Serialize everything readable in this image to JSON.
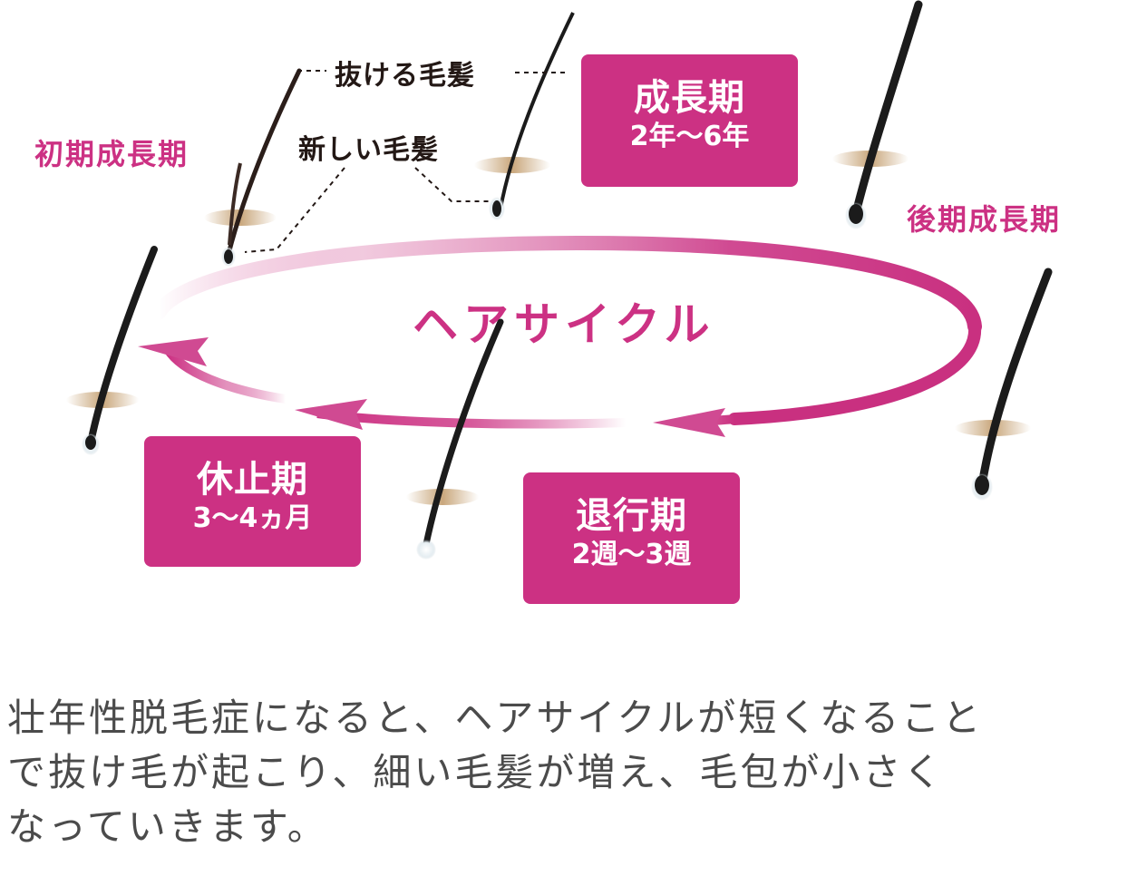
{
  "diagram": {
    "center_label": "ヘアサイクル",
    "phases": {
      "growth": {
        "name": "成長期",
        "duration": "2年〜6年"
      },
      "catagen": {
        "name": "退行期",
        "duration": "2週〜3週"
      },
      "telogen": {
        "name": "休止期",
        "duration": "3〜4ヵ月"
      }
    },
    "labels": {
      "early_growth": "初期成長期",
      "late_growth": "後期成長期",
      "shedding_hair": "抜ける毛髪",
      "new_hair": "新しい毛髪"
    },
    "colors": {
      "accent": "#cc3183",
      "text": "#231815",
      "caption": "#4b4b4b",
      "skin": "#c9a77c",
      "hair": "#1b1b1b"
    }
  },
  "caption": {
    "lines": [
      "壮年性脱毛症になると、ヘアサイクルが短くなること",
      "で抜け毛が起こり、細い毛髪が増え、毛包が小さく",
      "なっていきます。"
    ]
  }
}
